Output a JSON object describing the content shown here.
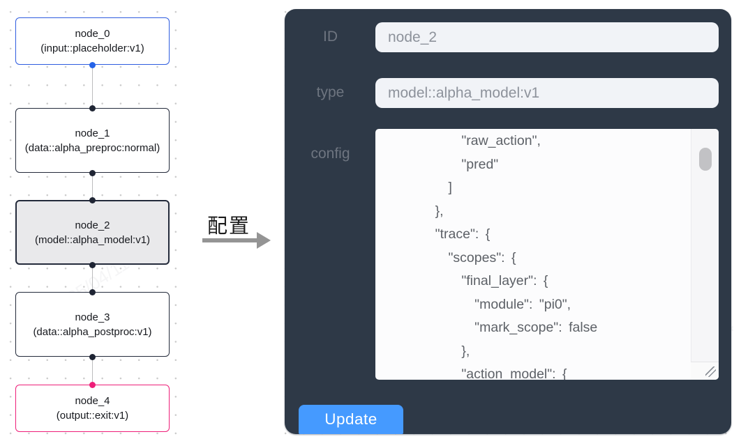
{
  "flowchart": {
    "nodes": [
      {
        "name": "node_0",
        "type_label": "(input::placeholder:v1)",
        "role": "input",
        "border_color": "#2e5cdf"
      },
      {
        "name": "node_1",
        "type_label": "(data::alpha_preproc:normal)",
        "role": "preproc",
        "border_color": "#232a3a"
      },
      {
        "name": "node_2",
        "type_label": "(model::alpha_model:v1)",
        "role": "model-selected",
        "border_color": "#232a3a"
      },
      {
        "name": "node_3",
        "type_label": "(data::alpha_postproc:v1)",
        "role": "postproc",
        "border_color": "#232a3a"
      },
      {
        "name": "node_4",
        "type_label": "(output::exit:v1)",
        "role": "output",
        "border_color": "#ee1e78"
      }
    ],
    "port_colors": {
      "input": "#2563e8",
      "default": "#1f2534",
      "output": "#ee1e78"
    }
  },
  "transition": {
    "label": "配置"
  },
  "panel": {
    "background": "#2e3947",
    "fields": [
      {
        "label": "ID",
        "value": "node_2"
      },
      {
        "label": "type",
        "value": "model::alpha_model:v1"
      }
    ],
    "config": {
      "label": "config",
      "visible_lines": [
        "        \"raw_action\",",
        "        \"pred\"",
        "      ]",
        "    },",
        "    \"trace\": {",
        "      \"scopes\": {",
        "        \"final_layer\": {",
        "          \"module\": \"pi0\",",
        "          \"mark_scope\": false",
        "        },",
        "        \"action_model\": {"
      ]
    },
    "update_label": "Update",
    "accent_color": "#459aff"
  },
  "watermark": {
    "text": "2025/04/11 11:4"
  }
}
